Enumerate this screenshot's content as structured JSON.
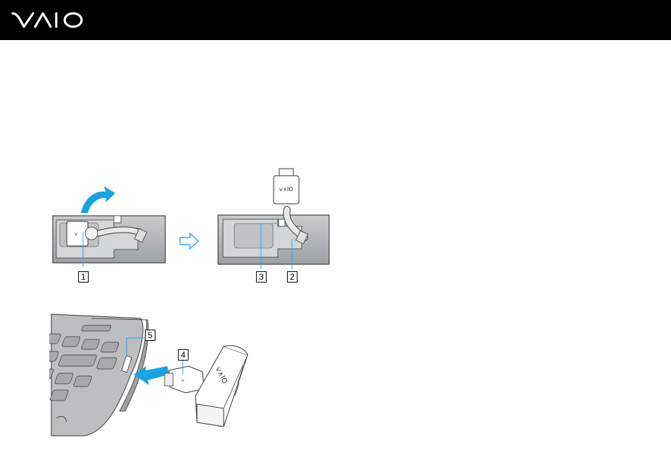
{
  "header": {
    "brand": "VAIO",
    "logo_icon": "vaio-logo-icon",
    "background": "#000000"
  },
  "figures": {
    "top_left": {
      "callouts": [
        "1"
      ]
    },
    "top_right": {
      "callouts": [
        "3",
        "2"
      ]
    },
    "bottom": {
      "callouts": [
        "5",
        "4"
      ]
    }
  },
  "colors": {
    "accent_blue": "#1aa3e0",
    "line_blue": "#2aa7e6",
    "device_gray": "#b3b5b8"
  },
  "icons": [
    "curved-arrow-icon",
    "right-arrow-icon",
    "insert-arrow-icon"
  ]
}
